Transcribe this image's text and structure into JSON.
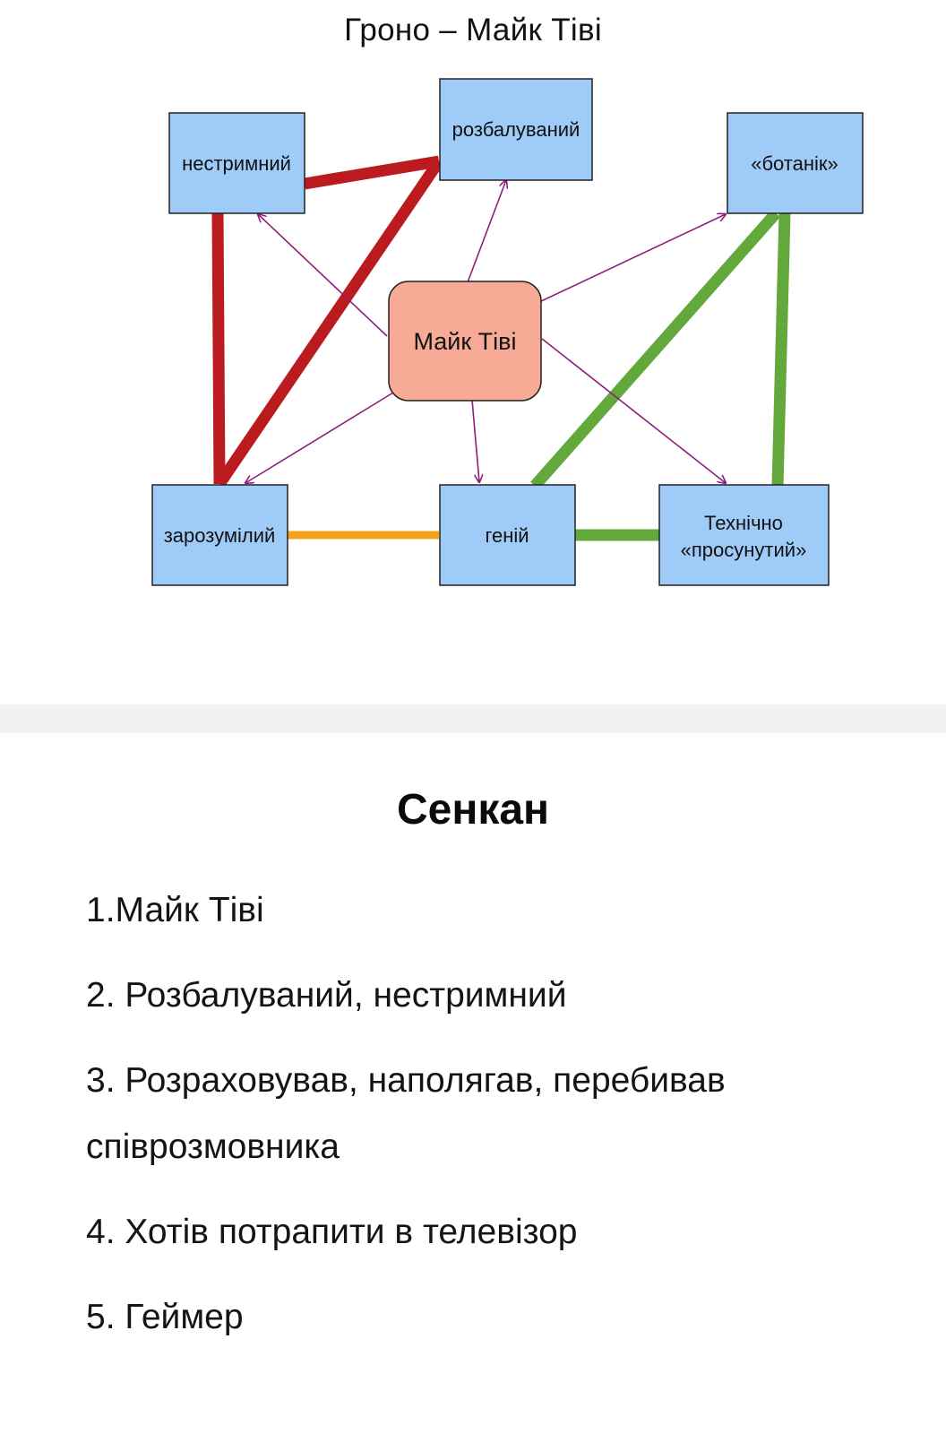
{
  "diagram": {
    "title": "Гроно – Майк Тіві",
    "center": "Майк Тіві",
    "nodes": {
      "nestrymnyi": "нестримний",
      "rozbaluvanyi": "розбалуваний",
      "botanik": "«ботанік»",
      "zarozumilyi": "зарозумілий",
      "genii": "геній",
      "tekhnichno_line1": "Технічно",
      "tekhnichno_line2": "«просунутий»"
    },
    "colors": {
      "box_fill": "#9fcbf8",
      "center_fill": "#f7ab97",
      "arrow": "#8e1f7a",
      "red": "#bb1b1f",
      "green": "#62a83a",
      "orange": "#f3a21c"
    }
  },
  "senkan": {
    "heading": "Сенкан",
    "items": [
      "1.Майк Тіві",
      "2. Розбалуваний, нестримний",
      "3. Розраховував, наполягав, перебивав",
      "співрозмовника",
      "4. Хотів потрапити в телевізор",
      "5. Геймер"
    ]
  }
}
